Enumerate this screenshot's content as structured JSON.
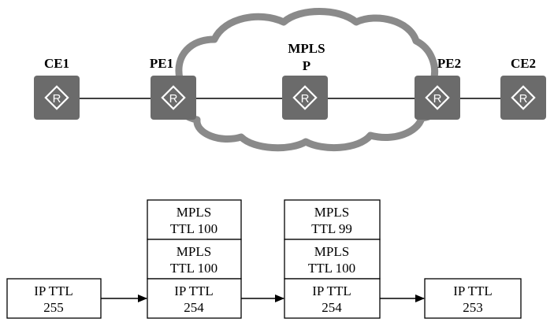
{
  "network": {
    "cloud_label_line1": "MPLS",
    "cloud_label_line2": "P",
    "router_glyph": "R",
    "router_icon": "router-diamond-icon",
    "router_color": "#6b6b6b",
    "cloud_color": "#8a8a8a",
    "nodes": [
      {
        "id": "ce1",
        "label": "CE1"
      },
      {
        "id": "pe1",
        "label": "PE1"
      },
      {
        "id": "pe2",
        "label": "PE2"
      },
      {
        "id": "ce2",
        "label": "CE2"
      }
    ]
  },
  "stacks": [
    {
      "id": "stack-1",
      "cells": [
        [
          "IP TTL",
          "255"
        ]
      ]
    },
    {
      "id": "stack-2",
      "cells": [
        [
          "MPLS",
          "TTL 100"
        ],
        [
          "MPLS",
          "TTL 100"
        ],
        [
          "IP TTL",
          "254"
        ]
      ]
    },
    {
      "id": "stack-3",
      "cells": [
        [
          "MPLS",
          "TTL 99"
        ],
        [
          "MPLS",
          "TTL 100"
        ],
        [
          "IP TTL",
          "254"
        ]
      ]
    },
    {
      "id": "stack-4",
      "cells": [
        [
          "IP TTL",
          "253"
        ]
      ]
    }
  ]
}
